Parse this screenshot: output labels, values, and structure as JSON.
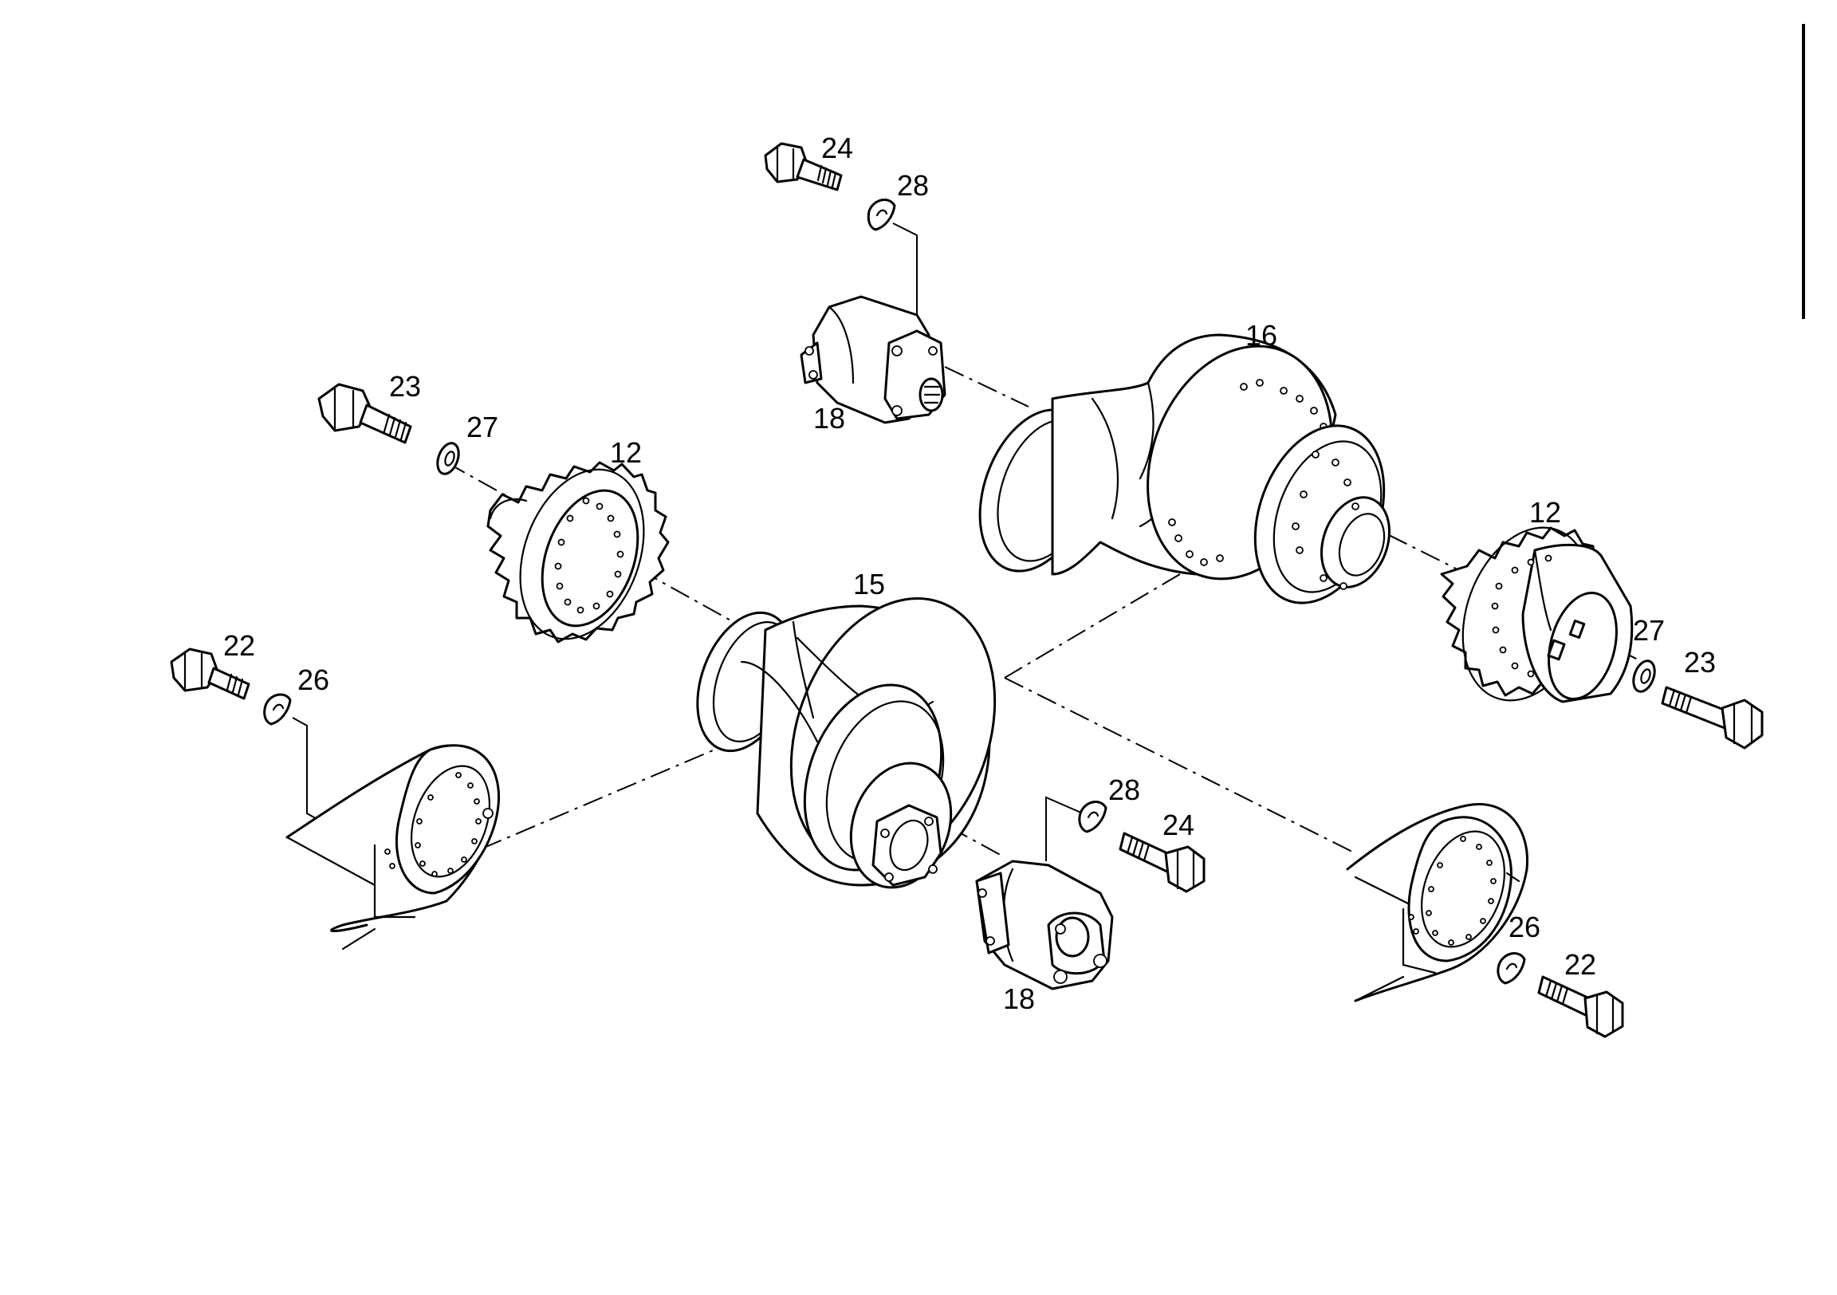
{
  "callouts": {
    "c24_top": "24",
    "c28_top": "28",
    "c18_top": "18",
    "c16": "16",
    "c23_left": "23",
    "c27_left": "27",
    "c12_left": "12",
    "c15": "15",
    "c22_left": "22",
    "c26_left": "26",
    "c12_right": "12",
    "c27_right": "27",
    "c23_right": "23",
    "c28_bottom": "28",
    "c24_bottom": "24",
    "c18_bottom": "18",
    "c26_right": "26",
    "c22_right": "22"
  }
}
